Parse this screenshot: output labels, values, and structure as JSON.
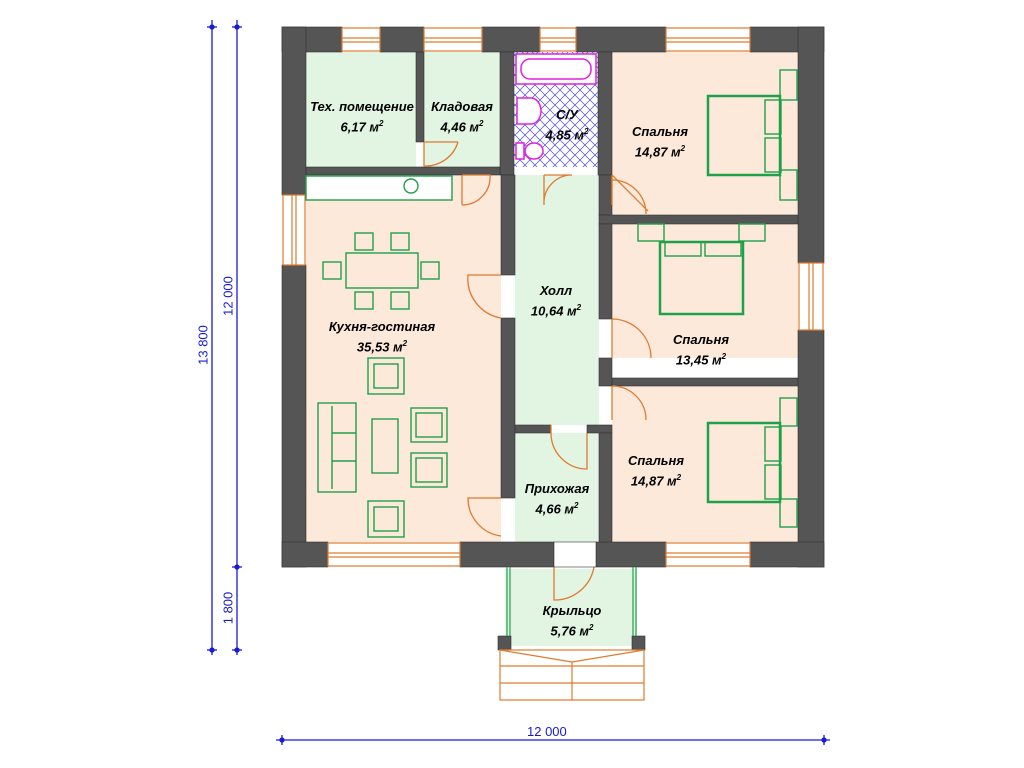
{
  "rooms": [
    {
      "id": "tech",
      "name": "Тех. помещение",
      "area": "6,17 м"
    },
    {
      "id": "pantry",
      "name": "Кладовая",
      "area": "4,46 м"
    },
    {
      "id": "wc",
      "name": "С/У",
      "area": "4,85 м"
    },
    {
      "id": "bed1",
      "name": "Спальня",
      "area": "14,87 м"
    },
    {
      "id": "kitchen",
      "name": "Кухня-гостиная",
      "area": "35,53 м"
    },
    {
      "id": "hall",
      "name": "Холл",
      "area": "10,64 м"
    },
    {
      "id": "bed2",
      "name": "Спальня",
      "area": "13,45 м"
    },
    {
      "id": "bed3",
      "name": "Спальня",
      "area": "14,87 м"
    },
    {
      "id": "entry",
      "name": "Прихожая",
      "area": "4,66 м"
    },
    {
      "id": "porch",
      "name": "Крыльцо",
      "area": "5,76 м"
    }
  ],
  "area_unit_sup": "2",
  "dimensions": {
    "overall_height": "13 800",
    "house_height": "12 000",
    "porch_depth": "1 800",
    "width": "12 000"
  },
  "colors": {
    "wall": "#555555",
    "dimension": "#1a1ad6",
    "window": "#e07a2e",
    "room_green": "#e2f4e2",
    "room_peach": "#fde9da",
    "furniture": "#1fa04a",
    "sanitary": "#e020e0"
  }
}
